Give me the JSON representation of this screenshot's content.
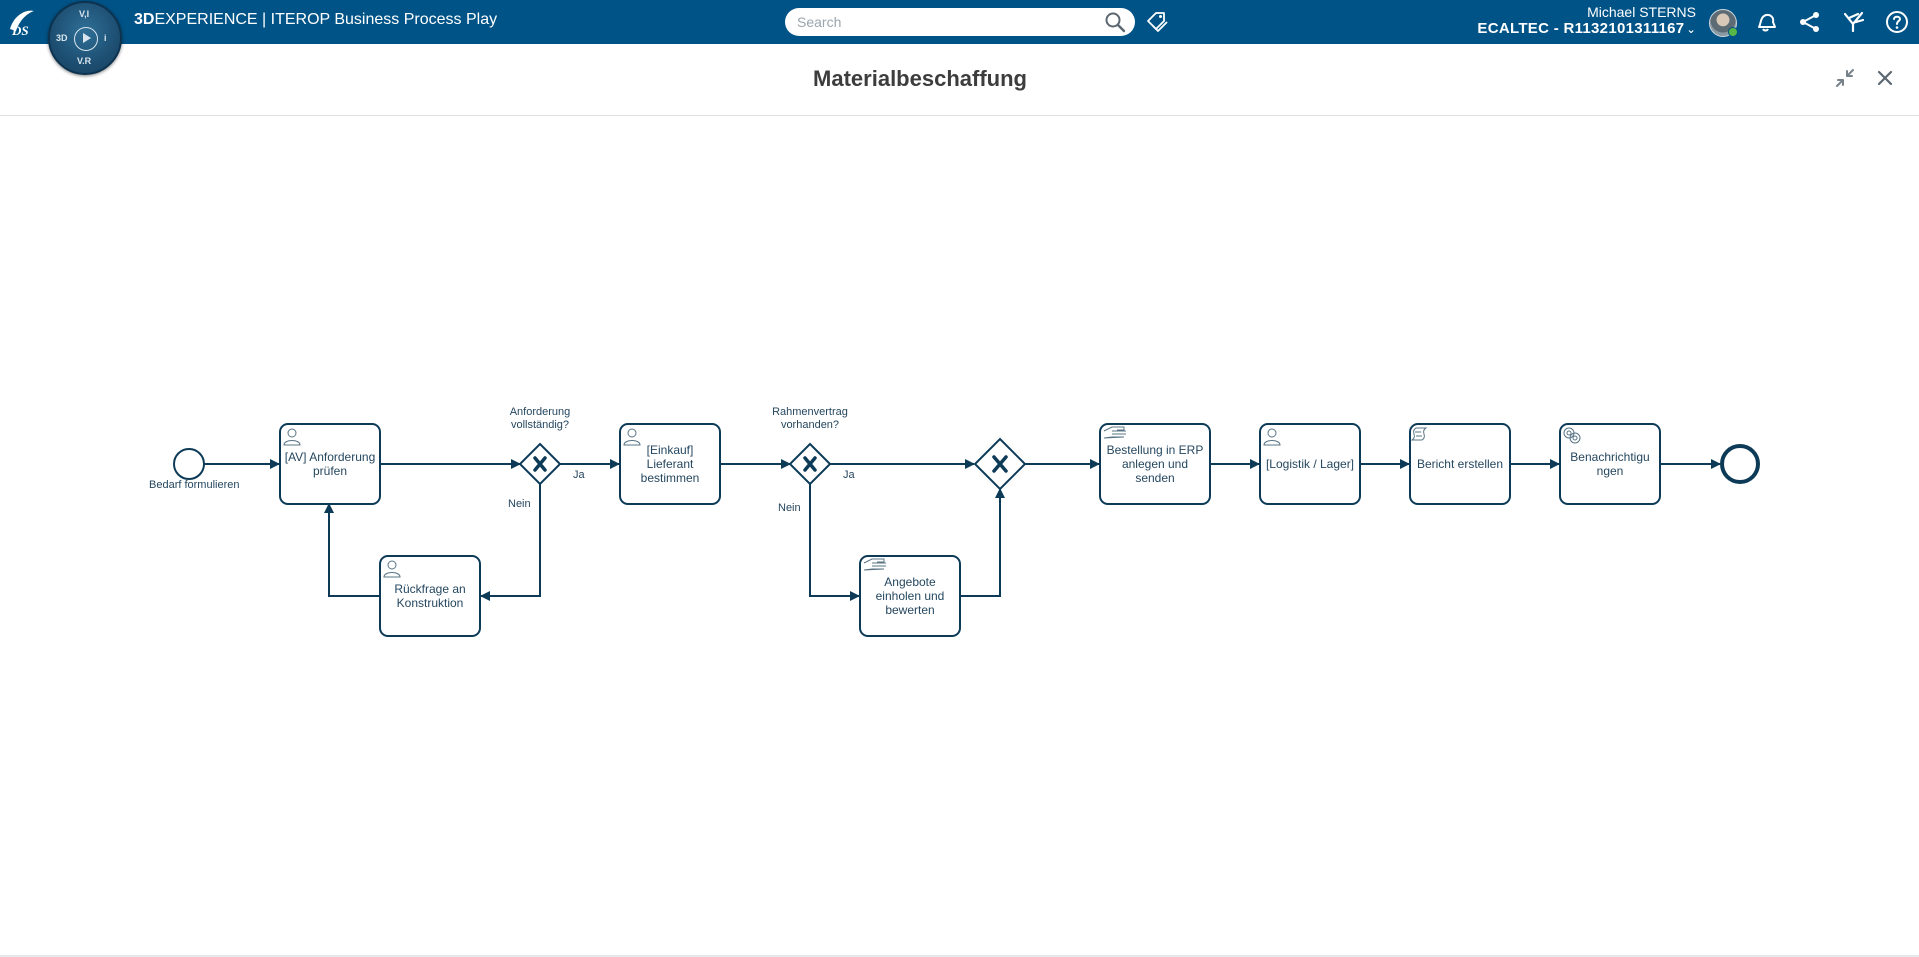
{
  "topbar": {
    "brand_bold": "3D",
    "brand_rest": "EXPERIENCE | ITEROP Business Process Play",
    "compass": {
      "top": "V,I",
      "left": "3D",
      "right": "i",
      "bottom": "V.R"
    },
    "search_placeholder": "Search",
    "user_name": "Michael STERNS",
    "tenant": "ECALTEC - R1132101311167",
    "icons": [
      "3ds-logo-icon",
      "compass-icon",
      "search-icon",
      "tag-icon",
      "avatar",
      "notification-icon",
      "share-icon",
      "apps-icon",
      "help-icon"
    ]
  },
  "header": {
    "title": "Materialbeschaffung",
    "collapse_icon": "collapse-icon",
    "close_icon": "close-icon"
  },
  "process": {
    "start_event": {
      "label": "Bedarf formulieren"
    },
    "tasks": [
      {
        "id": "t1",
        "type": "user",
        "label": "[AV] Anforderung prüfen"
      },
      {
        "id": "t2",
        "type": "user",
        "label": "Rückfrage an Konstruktion"
      },
      {
        "id": "t3",
        "type": "user",
        "label": "[Einkauf] Lieferant bestimmen"
      },
      {
        "id": "t4",
        "type": "manual",
        "label": "Angebote einholen und bewerten"
      },
      {
        "id": "t5",
        "type": "manual",
        "label": "Bestellung in ERP anlegen und senden"
      },
      {
        "id": "t6",
        "type": "user",
        "label": "[Logistik / Lager]"
      },
      {
        "id": "t7",
        "type": "script",
        "label": "Bericht erstellen"
      },
      {
        "id": "t8",
        "type": "service",
        "label": "Benachrichtigungen"
      }
    ],
    "t8_label_lines": [
      "Benachrichtigu",
      "ngen"
    ],
    "gateways": [
      {
        "id": "g1",
        "type": "exclusive",
        "label": "Anforderung vollständig?"
      },
      {
        "id": "g2",
        "type": "exclusive",
        "label": "Rahmenvertrag vorhanden?"
      },
      {
        "id": "g3",
        "type": "exclusive",
        "label": ""
      }
    ],
    "edge_labels": {
      "g1_yes": "Ja",
      "g1_no": "Nein",
      "g2_yes": "Ja",
      "g2_no": "Nein"
    },
    "colors": {
      "stroke": "#0d3b57",
      "text": "#25475f",
      "fill": "#ffffff"
    }
  }
}
